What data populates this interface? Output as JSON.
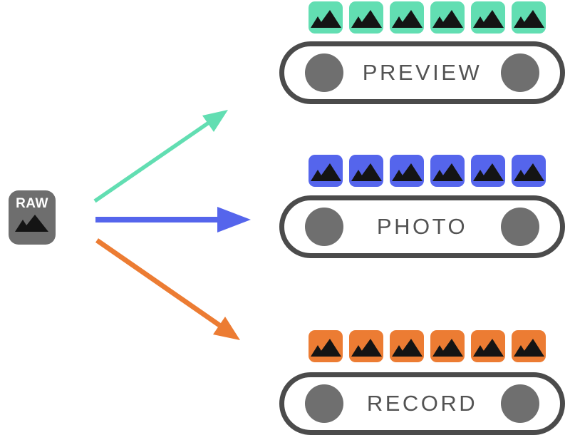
{
  "background": "#FFFFFF",
  "source": {
    "label": "RAW",
    "box_color": "#6E6E6E",
    "label_color": "#FFFFFF",
    "icon": "image-mountains-icon",
    "icon_color": "#141414"
  },
  "pipelines": [
    {
      "name": "preview",
      "label": "PREVIEW",
      "color": "#62DEB2",
      "frame_count": 6
    },
    {
      "name": "photo",
      "label": "PHOTO",
      "color": "#5565EC",
      "frame_count": 6
    },
    {
      "name": "record",
      "label": "RECORD",
      "color": "#EC7C33",
      "frame_count": 6
    }
  ],
  "pill": {
    "border_color": "#4B4B4B",
    "circle_color": "#6F6F6F",
    "label_color": "#535353"
  },
  "frame_icon": {
    "glyph": "mountains",
    "glyph_color": "#141414"
  }
}
